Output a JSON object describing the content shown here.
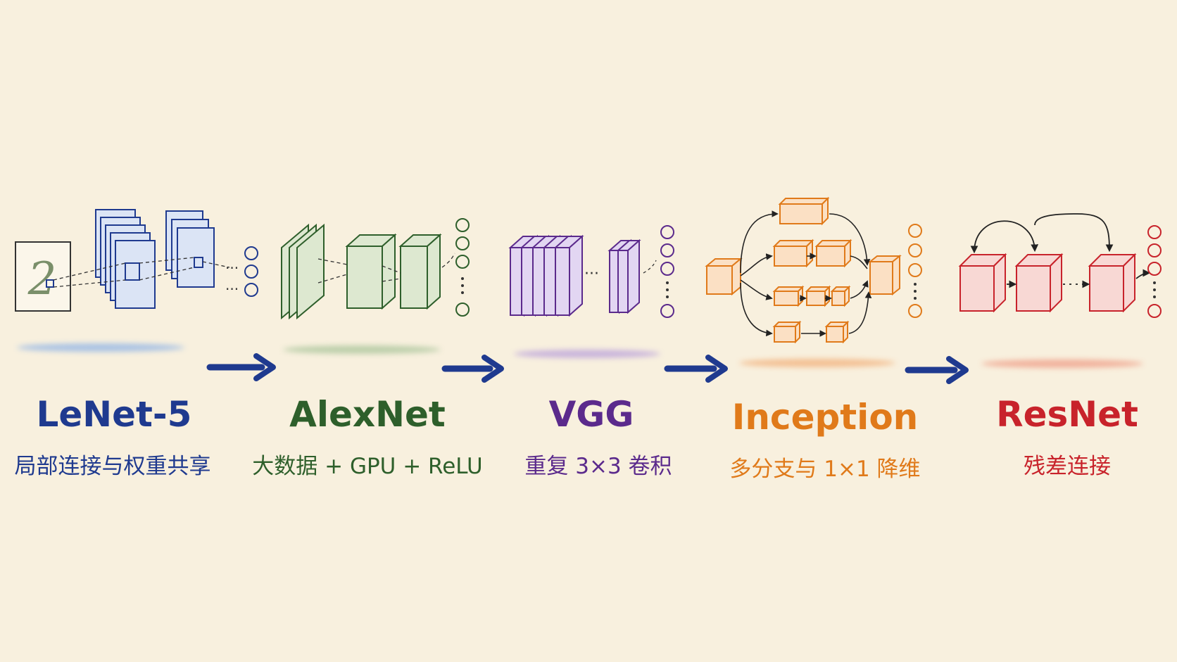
{
  "stages": [
    {
      "id": "lenet",
      "title": "LeNet-5",
      "subtitle": "局部连接与权重共享",
      "color": "#1f3a8f",
      "pale": "#dbe4f5",
      "smear": "#8fb3e6"
    },
    {
      "id": "alexnet",
      "title": "AlexNet",
      "subtitle": "大数据 + GPU + ReLU",
      "color": "#2e5f2b",
      "pale": "#dde8d0",
      "smear": "#a9c49a"
    },
    {
      "id": "vgg",
      "title": "VGG",
      "subtitle": "重复 3×3 卷积",
      "color": "#5b2a8c",
      "pale": "#e2d6f2",
      "smear": "#b9a0db"
    },
    {
      "id": "inception",
      "title": "Inception",
      "subtitle": "多分支与 1×1 降维",
      "color": "#e07a1a",
      "pale": "#fbe0c4",
      "smear": "#f2b07a"
    },
    {
      "id": "resnet",
      "title": "ResNet",
      "subtitle": "残差连接",
      "color": "#c8232b",
      "pale": "#f8d8d4",
      "smear": "#ef9d86"
    }
  ],
  "lenet_input_digit": "2",
  "arrow_color": "#1f3a8f",
  "icons": [
    "arrow-right-icon",
    "neuron-icon",
    "feature-map-icon",
    "cube-block-icon"
  ]
}
